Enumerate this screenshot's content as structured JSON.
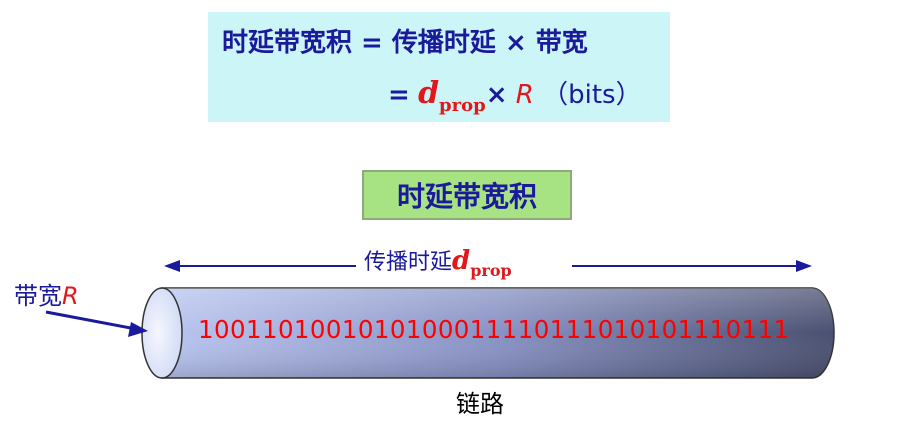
{
  "formula": {
    "line1": "时延带宽积 = 传播时延 × 带宽",
    "eq": "=",
    "d": "d",
    "prop": "prop",
    "times": "×",
    "r": "R",
    "unit": "（bits）"
  },
  "title": "时延带宽积",
  "propagation_label": "传播时延",
  "bandwidth_label": "带宽",
  "bits": "1001101001010100011110111010101110111",
  "link_label": "链路",
  "colors": {
    "text_blue": "#1a1a9a",
    "red": "#e0181c",
    "formula_bg": "#ccf5f7",
    "title_bg": "#a8e383"
  }
}
